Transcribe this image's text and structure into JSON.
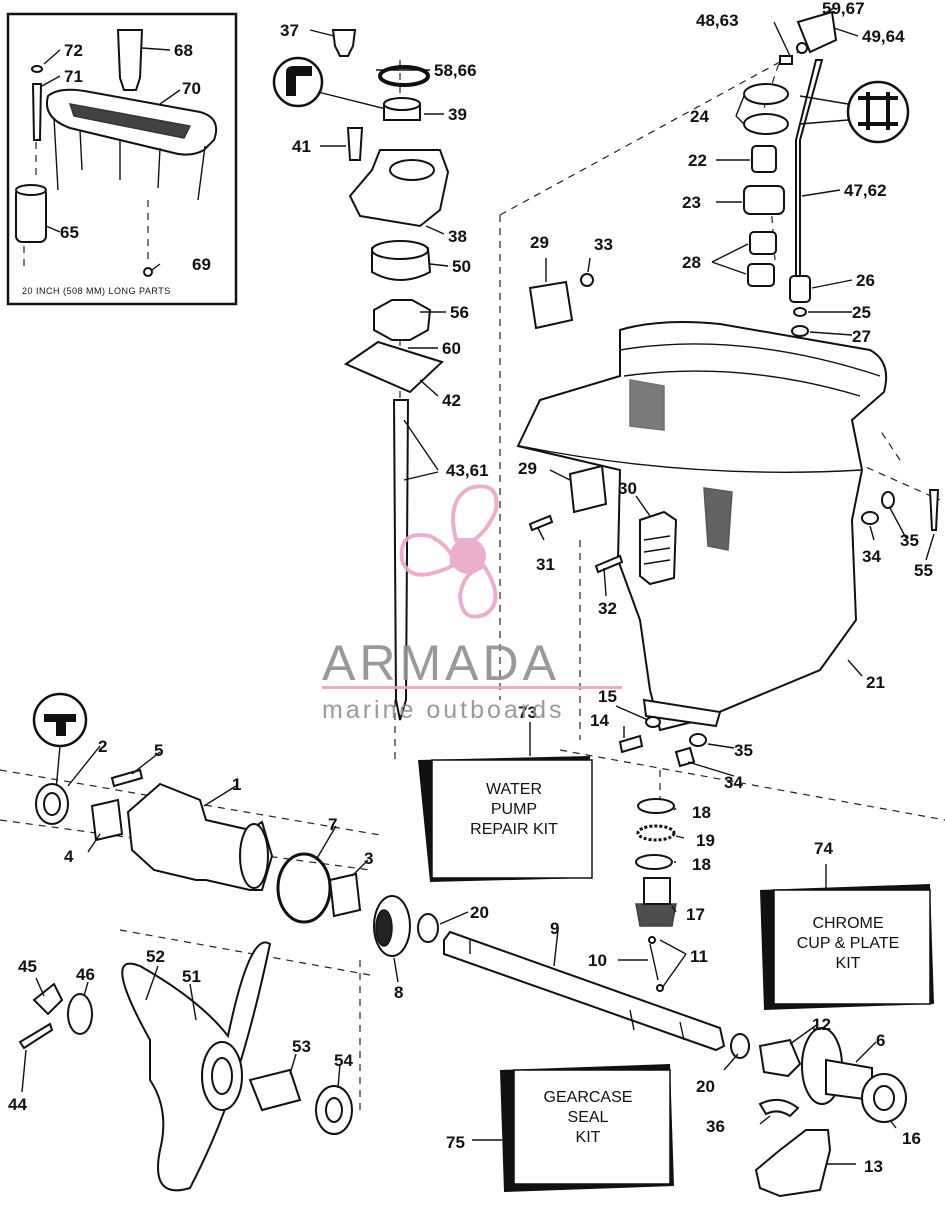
{
  "inset": {
    "caption": "20 INCH (508 MM) LONG PARTS"
  },
  "kits": {
    "water_pump": {
      "label_number": "73",
      "lines": [
        "WATER",
        "PUMP",
        "REPAIR KIT"
      ]
    },
    "chrome_cup": {
      "label_number": "74",
      "lines": [
        "CHROME",
        "CUP & PLATE",
        "KIT"
      ]
    },
    "gearcase_seal": {
      "label_number": "75",
      "lines": [
        "GEARCASE",
        "SEAL",
        "KIT"
      ]
    }
  },
  "watermark": {
    "brand": "ARMADA",
    "tagline": "marine outboards",
    "color": "#e9a6c8"
  },
  "callouts": {
    "c72": "72",
    "c71": "71",
    "c68": "68",
    "c70": "70",
    "c65": "65",
    "c69": "69",
    "c37": "37",
    "c58": "58,66",
    "c39": "39",
    "c41": "41",
    "c38": "38",
    "c50": "50",
    "c56": "56",
    "c60": "60",
    "c42": "42",
    "c43": "43,61",
    "c48": "48,63",
    "c59": "59,67",
    "c49": "49,64",
    "c24": "24",
    "c22": "22",
    "c47": "47,62",
    "c23": "23",
    "c28": "28",
    "c26": "26",
    "c25": "25",
    "c27": "27",
    "c29a": "29",
    "c33": "33",
    "c29b": "29",
    "c30": "30",
    "c31": "31",
    "c32": "32",
    "c34a": "34",
    "c35a": "35",
    "c55": "55",
    "c21": "21",
    "c15": "15",
    "c14": "14",
    "c35b": "35",
    "c34b": "34",
    "c2": "2",
    "c5": "5",
    "c1": "1",
    "c4": "4",
    "c7": "7",
    "c3": "3",
    "c20a": "20",
    "c8": "8",
    "c18a": "18",
    "c19": "19",
    "c18b": "18",
    "c17": "17",
    "c9": "9",
    "c10": "10",
    "c11": "11",
    "c45": "45",
    "c46": "46",
    "c52": "52",
    "c51": "51",
    "c53": "53",
    "c54": "54",
    "c44": "44",
    "c12": "12",
    "c6": "6",
    "c20b": "20",
    "c36": "36",
    "c16": "16",
    "c13": "13"
  }
}
